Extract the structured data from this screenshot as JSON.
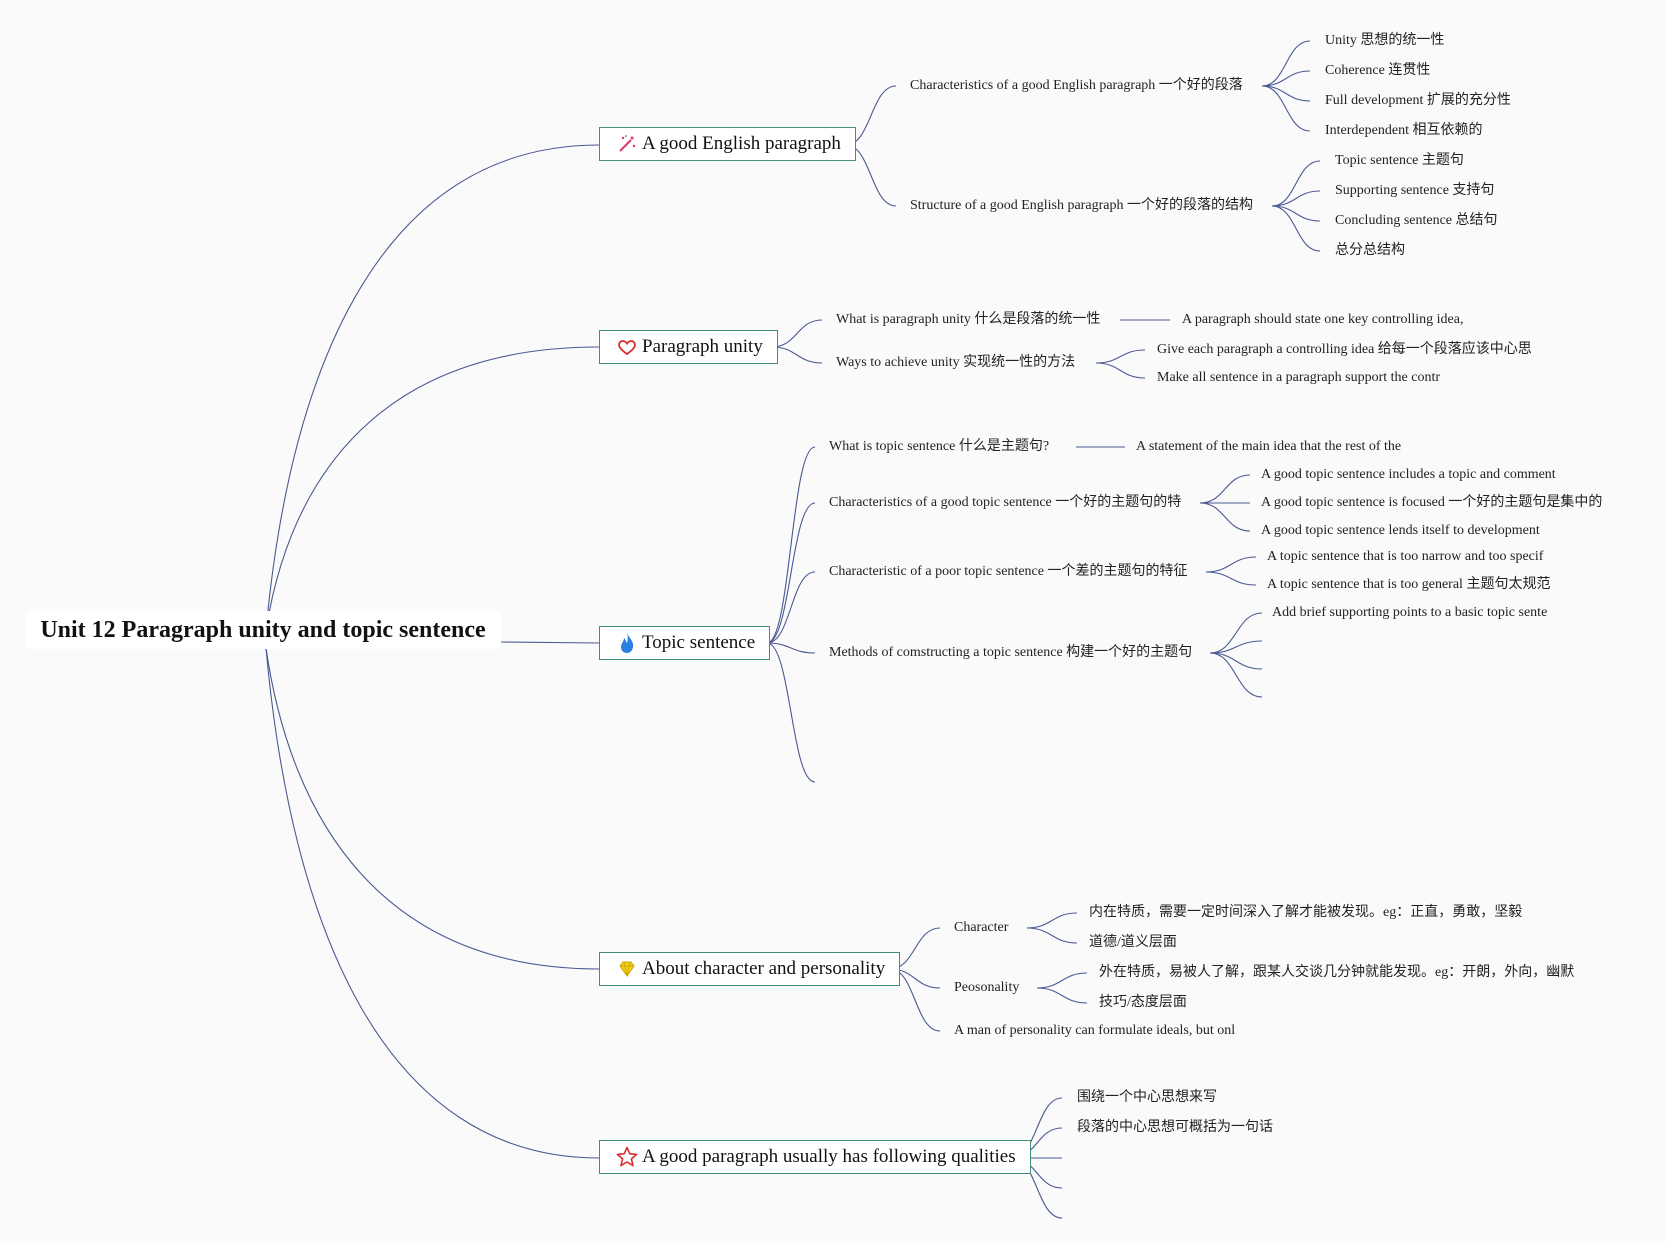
{
  "root": {
    "title": "Unit 12 Paragraph unity and topic sentence"
  },
  "branches": [
    {
      "label": "A good English paragraph",
      "icon": "magic-wand-icon",
      "children": [
        {
          "label": "Characteristics of a good English paragraph 一个好的段落",
          "children": [
            "Unity 思想的统一性",
            "Coherence 连贯性",
            "Full development 扩展的充分性",
            "Interdependent 相互依赖的"
          ]
        },
        {
          "label": "Structure of a good English paragraph 一个好的段落的结构",
          "children": [
            "Topic sentence 主题句",
            "Supporting sentence 支持句",
            "Concluding sentence 总结句",
            "总分总结构"
          ]
        }
      ]
    },
    {
      "label": "Paragraph unity",
      "icon": "heart-icon",
      "children": [
        {
          "label": "What is paragraph unity 什么是段落的统一性",
          "children": [
            "A paragraph should state one key controlling idea,"
          ]
        },
        {
          "label": "Ways to achieve unity 实现统一性的方法",
          "children": [
            "Give each paragraph a controlling idea 给每一个段落应该中心思",
            "Make all sentence in a paragraph support the contr"
          ]
        }
      ]
    },
    {
      "label": "Topic sentence",
      "icon": "flame-icon",
      "children": [
        {
          "label": "What is topic sentence 什么是主题句?",
          "children": [
            "A statement of the main idea that the rest of the"
          ]
        },
        {
          "label": "Characteristics of a good topic sentence 一个好的主题句的特",
          "children": [
            "A good topic sentence includes a topic and comment",
            "A good topic sentence is focused 一个好的主题句是集中的",
            "A good topic sentence lends itself to development"
          ]
        },
        {
          "label": "Characteristic of a poor topic sentence 一个差的主题句的特征",
          "children": [
            "A topic sentence that is too narrow and too specif",
            "A topic sentence that is too general 主题句太规范"
          ]
        },
        {
          "label": "Methods of comstructing a topic sentence 构建一个好的主题句",
          "children": [
            "Add brief supporting points to a basic topic sente",
            "",
            "",
            ""
          ]
        },
        {
          "label": "",
          "children": []
        }
      ]
    },
    {
      "label": "About character and personality",
      "icon": "diamond-icon",
      "children": [
        {
          "label": "Character",
          "children": [
            "内在特质，需要一定时间深入了解才能被发现。eg：正直，勇敢，坚毅",
            "道德/道义层面"
          ]
        },
        {
          "label": "Peosonality",
          "children": [
            "外在特质，易被人了解，跟某人交谈几分钟就能发现。eg：开朗，外向，幽默",
            "技巧/态度层面"
          ]
        },
        {
          "label": "A man of personality can formulate ideals, but onl",
          "children": []
        }
      ]
    },
    {
      "label": "A good paragraph usually has following qualities",
      "icon": "star-icon",
      "children": [
        {
          "label": "围绕一个中心思想来写",
          "children": []
        },
        {
          "label": "段落的中心思想可概括为一句话",
          "children": []
        },
        {
          "label": "",
          "children": []
        },
        {
          "label": "",
          "children": []
        },
        {
          "label": "",
          "children": []
        }
      ]
    }
  ],
  "colors": {
    "link": "#4a5a92",
    "box_border": "#3f8f7a",
    "background": "#fafafb"
  }
}
